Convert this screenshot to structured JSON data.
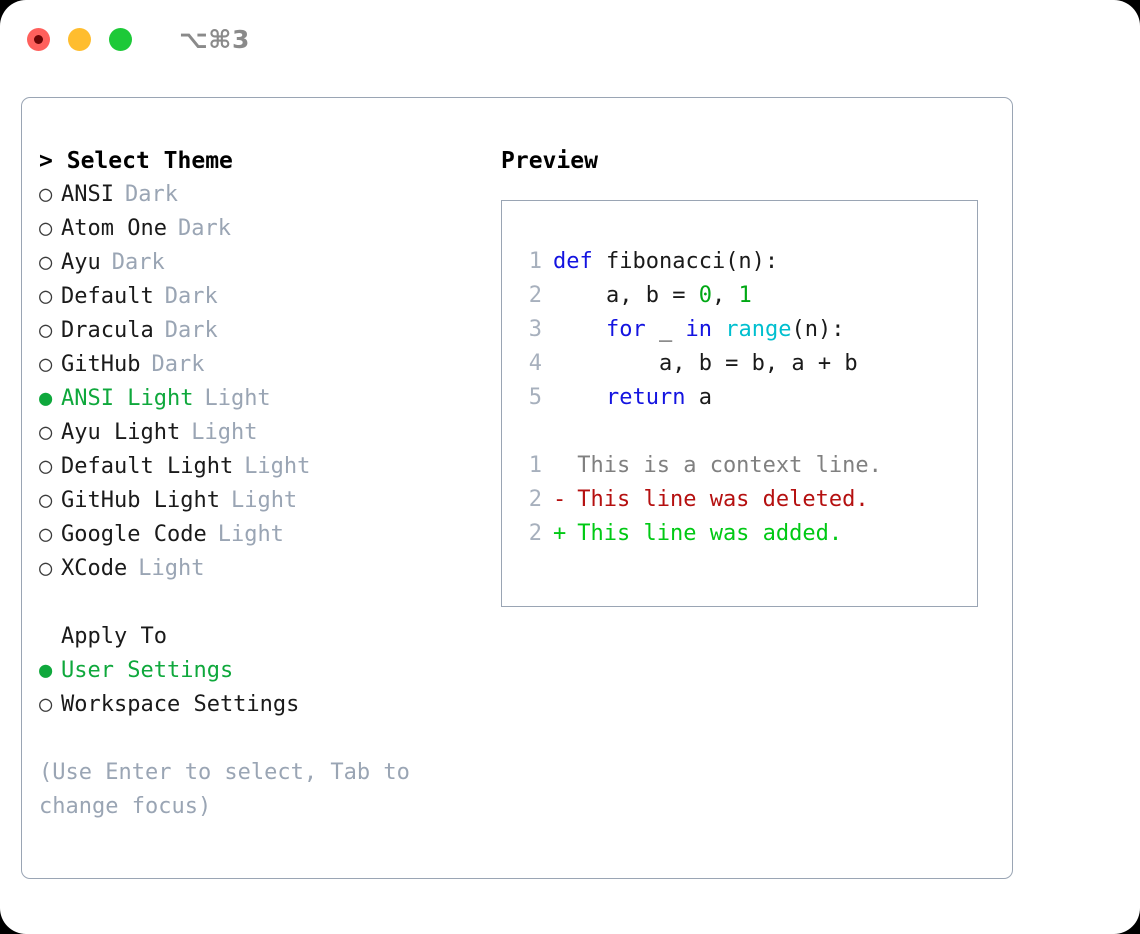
{
  "window": {
    "title": "⌥⌘3",
    "controls": [
      {
        "name": "close",
        "color": "#FF605C"
      },
      {
        "name": "minimize",
        "color": "#FFBD2E"
      },
      {
        "name": "maximize",
        "color": "#1DC938"
      }
    ]
  },
  "colors": {
    "accent_green": "#0FA83C",
    "muted": "#9AA5B4",
    "border": "#9AA5B4",
    "keyword": "#1414E0",
    "function": "#00BFCF",
    "number": "#00A814",
    "diff_add": "#00C914",
    "diff_del": "#B51010",
    "diff_context": "#808080"
  },
  "theme_picker": {
    "caret": ">",
    "heading": "Select Theme",
    "bullet_off": "○",
    "bullet_on": "●",
    "options": [
      {
        "name": "ANSI",
        "kind": "Dark",
        "selected": false
      },
      {
        "name": "Atom One",
        "kind": "Dark",
        "selected": false
      },
      {
        "name": "Ayu",
        "kind": "Dark",
        "selected": false
      },
      {
        "name": "Default",
        "kind": "Dark",
        "selected": false
      },
      {
        "name": "Dracula",
        "kind": "Dark",
        "selected": false
      },
      {
        "name": "GitHub",
        "kind": "Dark",
        "selected": false
      },
      {
        "name": "ANSI Light",
        "kind": "Light",
        "selected": true
      },
      {
        "name": "Ayu Light",
        "kind": "Light",
        "selected": false
      },
      {
        "name": "Default Light",
        "kind": "Light",
        "selected": false
      },
      {
        "name": "GitHub Light",
        "kind": "Light",
        "selected": false
      },
      {
        "name": "Google Code",
        "kind": "Light",
        "selected": false
      },
      {
        "name": "XCode",
        "kind": "Light",
        "selected": false
      }
    ]
  },
  "apply_to": {
    "label": "Apply To",
    "options": [
      {
        "name": "User Settings",
        "selected": true
      },
      {
        "name": "Workspace Settings",
        "selected": false
      }
    ]
  },
  "hint": "(Use Enter to select, Tab to change focus)",
  "preview": {
    "heading": "Preview",
    "code": [
      {
        "no": "1",
        "tokens": [
          {
            "t": "def ",
            "c": "kw"
          },
          {
            "t": "fibonacci(n):",
            "c": "plain"
          }
        ]
      },
      {
        "no": "2",
        "tokens": [
          {
            "t": "    a, b = ",
            "c": "plain"
          },
          {
            "t": "0",
            "c": "num"
          },
          {
            "t": ", ",
            "c": "plain"
          },
          {
            "t": "1",
            "c": "num"
          }
        ]
      },
      {
        "no": "3",
        "tokens": [
          {
            "t": "    ",
            "c": "plain"
          },
          {
            "t": "for",
            "c": "kw"
          },
          {
            "t": " _ ",
            "c": "plain"
          },
          {
            "t": "in",
            "c": "kw"
          },
          {
            "t": " ",
            "c": "plain"
          },
          {
            "t": "range",
            "c": "fn"
          },
          {
            "t": "(n):",
            "c": "plain"
          }
        ]
      },
      {
        "no": "4",
        "tokens": [
          {
            "t": "        a, b = b, a + b",
            "c": "plain"
          }
        ]
      },
      {
        "no": "5",
        "tokens": [
          {
            "t": "    ",
            "c": "plain"
          },
          {
            "t": "return",
            "c": "kw"
          },
          {
            "t": " a",
            "c": "plain"
          }
        ]
      }
    ],
    "diff": [
      {
        "no": "1",
        "sign": " ",
        "text": "This is a context line.",
        "kind": "context"
      },
      {
        "no": "2",
        "sign": "-",
        "text": "This line was deleted.",
        "kind": "del"
      },
      {
        "no": "2",
        "sign": "+",
        "text": "This line was added.",
        "kind": "add"
      }
    ]
  }
}
